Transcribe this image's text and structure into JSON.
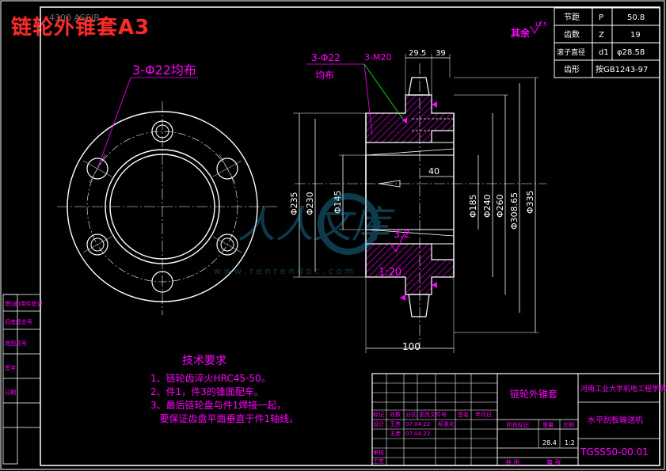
{
  "drawing_title": "链轮外锥套A3",
  "top_faded_label": "4300 ASSIB",
  "roughness_label": "其余",
  "roughness_value": "12.5",
  "params_table": [
    {
      "name": "节距",
      "symbol": "P",
      "value": "50.8"
    },
    {
      "name": "齿数",
      "symbol": "Z",
      "value": "19"
    },
    {
      "name": "滚子直径",
      "symbol": "d1",
      "value": "φ28.58"
    },
    {
      "name": "齿形",
      "symbol": "",
      "value": "按GB1243-97"
    }
  ],
  "left_view": {
    "hole_note": "3-Φ22均布"
  },
  "section_view": {
    "hole_note_1": "3-Φ22",
    "hole_note_1b": "均布",
    "hole_note_2": "3-M20",
    "dim_top_1": "29.5",
    "dim_top_2": "39",
    "dim_40": "40",
    "dim_left_d235": "Φ235",
    "dim_left_d230": "Φ230",
    "dim_left_d145": "Φ145",
    "dim_right_1": "Φ185",
    "dim_right_2": "Φ240",
    "dim_right_3": "Φ260",
    "dim_right_4": "Φ308.65",
    "dim_right_5": "Φ335",
    "rough_32": "3.2",
    "taper": "1:20",
    "dim_bottom": "100"
  },
  "tech_req": {
    "title": "技术要求",
    "lines": [
      "1、链轮齿淬火HRC45-50。",
      "2、件1，件3的锥面配车。",
      "3、最后链轮盘与件1焊接一起，",
      "   要保证齿盘平面垂直于件1轴线。"
    ]
  },
  "title_block": {
    "part_name": "链轮外锥套",
    "school": "河南工业大学机电工程学院",
    "machine": "水平刮板输送机",
    "drawing_no": "TGSS50-00.01",
    "headers": [
      "标记",
      "处数",
      "分区",
      "更改文件号",
      "签名",
      "年月日"
    ],
    "row_design": [
      "设计",
      "王彦",
      "07.04.22",
      "标准化"
    ],
    "row_check": [
      "审核",
      "王彦",
      "07.04.22"
    ],
    "row_process": "工艺",
    "stage_label": "阶段标记",
    "weight_label": "重量",
    "scale_label": "比例",
    "weight": "28.4",
    "scale": "1:2",
    "sheets_total": "共 张",
    "sheet_no": "第 张"
  },
  "side_strip": [
    "借(通)用件登记",
    "旧底图总号",
    "底图总号",
    "签字",
    "日期"
  ],
  "watermark": {
    "url": "www.renrendoc.com"
  },
  "colors": {
    "bg": "#000000",
    "line": "#ffffff",
    "cyan": "#00ffff",
    "magenta": "#ff00ff",
    "red": "#ff2a2a",
    "yellow": "#ffff00"
  }
}
